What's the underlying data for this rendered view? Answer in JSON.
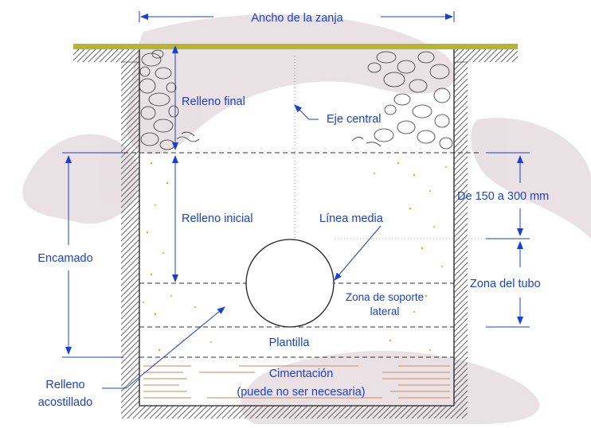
{
  "labels": {
    "trench_width": "Ancho de la zanja",
    "final_backfill": "Relleno final",
    "central_axis": "Eje central",
    "initial_backfill": "Relleno inicial",
    "midline": "Línea media",
    "bedding": "Encamado",
    "range_150_300": "De 150 a 300 mm",
    "pipe_zone": "Zona del tubo",
    "lateral_support_1": "Zona de soporte",
    "lateral_support_2": "lateral",
    "bedding_layer": "Plantilla",
    "foundation_1": "Cimentación",
    "foundation_2": "(puede no ser necesaria)",
    "haunching_1": "Relleno",
    "haunching_2": "acostillado"
  },
  "colors": {
    "annotation": "#1a3fd6",
    "ground_bar": "#b5b532",
    "outline": "#222222",
    "watermark": "#5a1a33"
  }
}
